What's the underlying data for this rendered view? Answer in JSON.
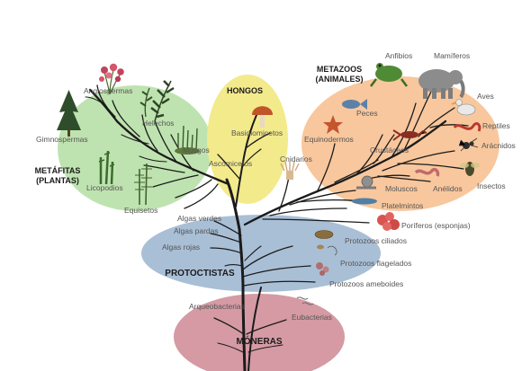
{
  "groups": {
    "moneras": "MÓNERAS",
    "protoctistas": "PROTOCTISTAS",
    "hongos": "HONGOS",
    "metafitas": [
      "METÁFITAS",
      "(PLANTAS)"
    ],
    "metazoos": [
      "METAZOOS",
      "(ANIMALES)"
    ]
  },
  "labels": {
    "arqueobacterias": "Arqueobacterias",
    "eubacterias": "Eubacterias",
    "algas_verdes": "Algas verdes",
    "algas_pardas": "Algas pardas",
    "algas_rojas": "Algas rojas",
    "protozoos_ciliados": "Protozoos ciliados",
    "protozoos_flagelados": "Protozoos flagelados",
    "protozoos_ameboides": "Protozoos ameboides",
    "basidiomicetos": "Basidiomicetos",
    "ascomicetos": "Ascomicetos",
    "angiospermas": "Angiospermas",
    "helechos": "Helechos",
    "musgos": "Musgos",
    "gimnospermas": "Gimnospermas",
    "licopodios": "Licopodios",
    "equisetos": "Equisetos",
    "anfibios": "Anfibios",
    "mamiferos": "Mamíferos",
    "aves": "Aves",
    "reptiles": "Reptiles",
    "aracnidos": "Arácnidos",
    "insectos": "Insectos",
    "peces": "Peces",
    "equinodermos": "Equinodermos",
    "crustaceos": "Crustáceos",
    "cnidarios": "Cnidarios",
    "moluscos": "Moluscos",
    "anelidos": "Anélidos",
    "platelmintos": "Platelmintos",
    "poriferos": "Poríferos (esponjas)"
  },
  "colors": {
    "moneras": "#d59aa3",
    "protoctistas": "#a9bfd6",
    "hongos": "#f3ea8c",
    "metafitas": "#bfe3b0",
    "metazoos": "#f8c79d",
    "trunk": "#1b1b1b"
  }
}
